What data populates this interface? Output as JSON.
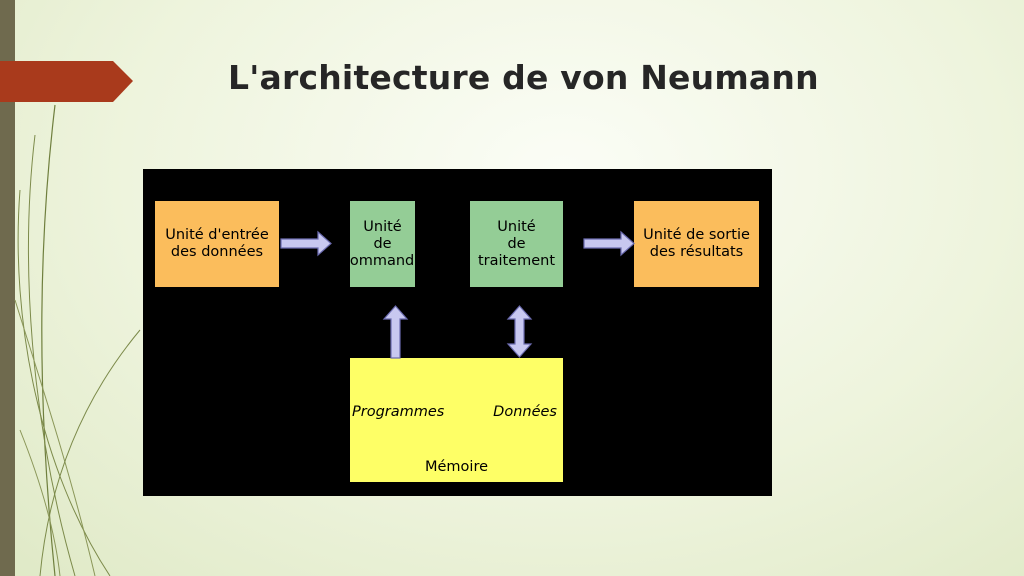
{
  "slide": {
    "title": "L'architecture de von Neumann"
  },
  "diagram": {
    "input_unit": {
      "line1": "Unité d'entrée",
      "line2": "des données"
    },
    "control_unit": {
      "line1": "Unité",
      "line2": "de",
      "line3": "commande"
    },
    "processing_unit": {
      "line1": "Unité",
      "line2": "de",
      "line3": "traitement"
    },
    "output_unit": {
      "line1": "Unité de sortie",
      "line2": "des résultats"
    },
    "memory": {
      "programs_label": "Programmes",
      "data_label": "Données",
      "memory_label": "Mémoire"
    }
  },
  "colors": {
    "accent_tab": "#a93a1c",
    "side_bar": "#6f6a4e",
    "io_box": "#fbbd5c",
    "unit_box": "#94cd96",
    "memory_box": "#feff66",
    "arrow_fill": "#c8c8f0"
  }
}
